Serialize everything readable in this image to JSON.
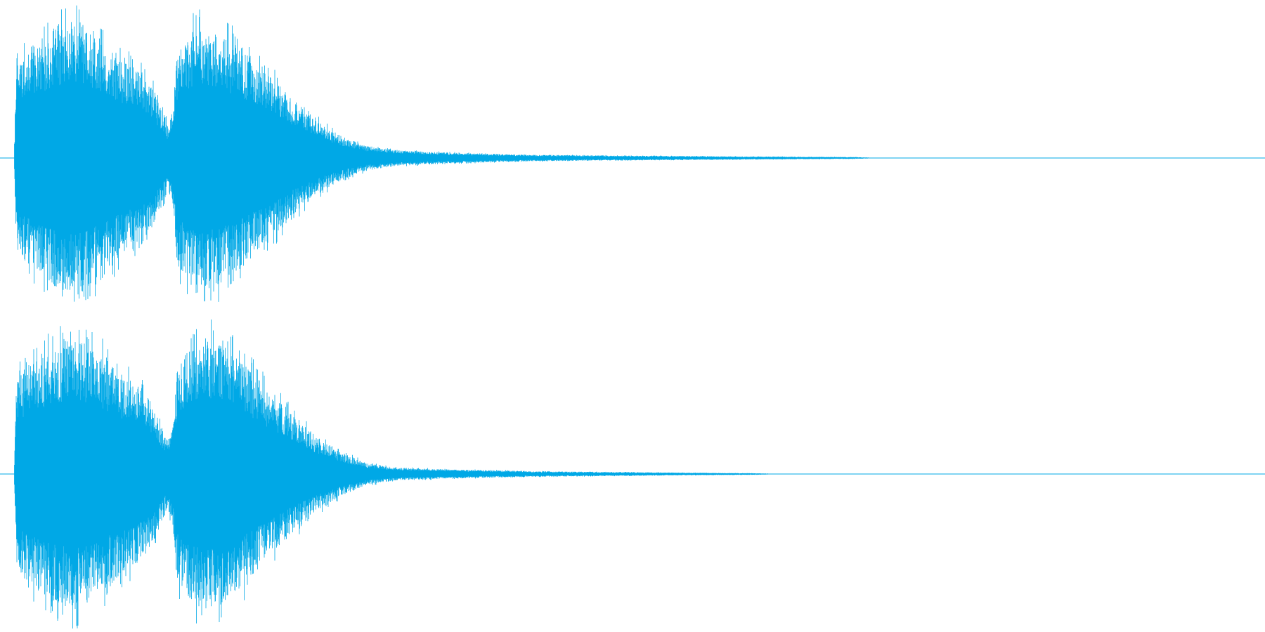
{
  "waveform": {
    "color": "#00a8e6",
    "background": "#ffffff",
    "channels": [
      {
        "name": "",
        "envelope": [
          {
            "t": 0.0,
            "a": 0.0
          },
          {
            "t": 0.002,
            "a": 0.6
          },
          {
            "t": 0.01,
            "a": 0.7
          },
          {
            "t": 0.03,
            "a": 0.82
          },
          {
            "t": 0.05,
            "a": 0.9
          },
          {
            "t": 0.07,
            "a": 0.78
          },
          {
            "t": 0.09,
            "a": 0.62
          },
          {
            "t": 0.105,
            "a": 0.55
          },
          {
            "t": 0.115,
            "a": 0.4
          },
          {
            "t": 0.124,
            "a": 0.22
          },
          {
            "t": 0.128,
            "a": 0.3
          },
          {
            "t": 0.132,
            "a": 0.7
          },
          {
            "t": 0.145,
            "a": 0.85
          },
          {
            "t": 0.165,
            "a": 0.82
          },
          {
            "t": 0.185,
            "a": 0.7
          },
          {
            "t": 0.205,
            "a": 0.55
          },
          {
            "t": 0.225,
            "a": 0.38
          },
          {
            "t": 0.245,
            "a": 0.24
          },
          {
            "t": 0.265,
            "a": 0.14
          },
          {
            "t": 0.285,
            "a": 0.08
          },
          {
            "t": 0.31,
            "a": 0.05
          },
          {
            "t": 0.35,
            "a": 0.035
          },
          {
            "t": 0.42,
            "a": 0.02
          },
          {
            "t": 0.55,
            "a": 0.012
          },
          {
            "t": 0.68,
            "a": 0.006
          },
          {
            "t": 0.7,
            "a": 0.0
          },
          {
            "t": 1.0,
            "a": 0.0
          }
        ]
      },
      {
        "name": "",
        "envelope": [
          {
            "t": 0.0,
            "a": 0.0
          },
          {
            "t": 0.002,
            "a": 0.6
          },
          {
            "t": 0.01,
            "a": 0.7
          },
          {
            "t": 0.03,
            "a": 0.82
          },
          {
            "t": 0.05,
            "a": 0.88
          },
          {
            "t": 0.07,
            "a": 0.78
          },
          {
            "t": 0.09,
            "a": 0.62
          },
          {
            "t": 0.105,
            "a": 0.55
          },
          {
            "t": 0.115,
            "a": 0.4
          },
          {
            "t": 0.124,
            "a": 0.22
          },
          {
            "t": 0.128,
            "a": 0.3
          },
          {
            "t": 0.132,
            "a": 0.7
          },
          {
            "t": 0.145,
            "a": 0.85
          },
          {
            "t": 0.165,
            "a": 0.88
          },
          {
            "t": 0.185,
            "a": 0.72
          },
          {
            "t": 0.205,
            "a": 0.55
          },
          {
            "t": 0.225,
            "a": 0.38
          },
          {
            "t": 0.245,
            "a": 0.24
          },
          {
            "t": 0.265,
            "a": 0.14
          },
          {
            "t": 0.285,
            "a": 0.07
          },
          {
            "t": 0.31,
            "a": 0.04
          },
          {
            "t": 0.35,
            "a": 0.03
          },
          {
            "t": 0.42,
            "a": 0.018
          },
          {
            "t": 0.52,
            "a": 0.01
          },
          {
            "t": 0.6,
            "a": 0.005
          },
          {
            "t": 0.62,
            "a": 0.0
          },
          {
            "t": 1.0,
            "a": 0.0
          }
        ]
      }
    ]
  }
}
